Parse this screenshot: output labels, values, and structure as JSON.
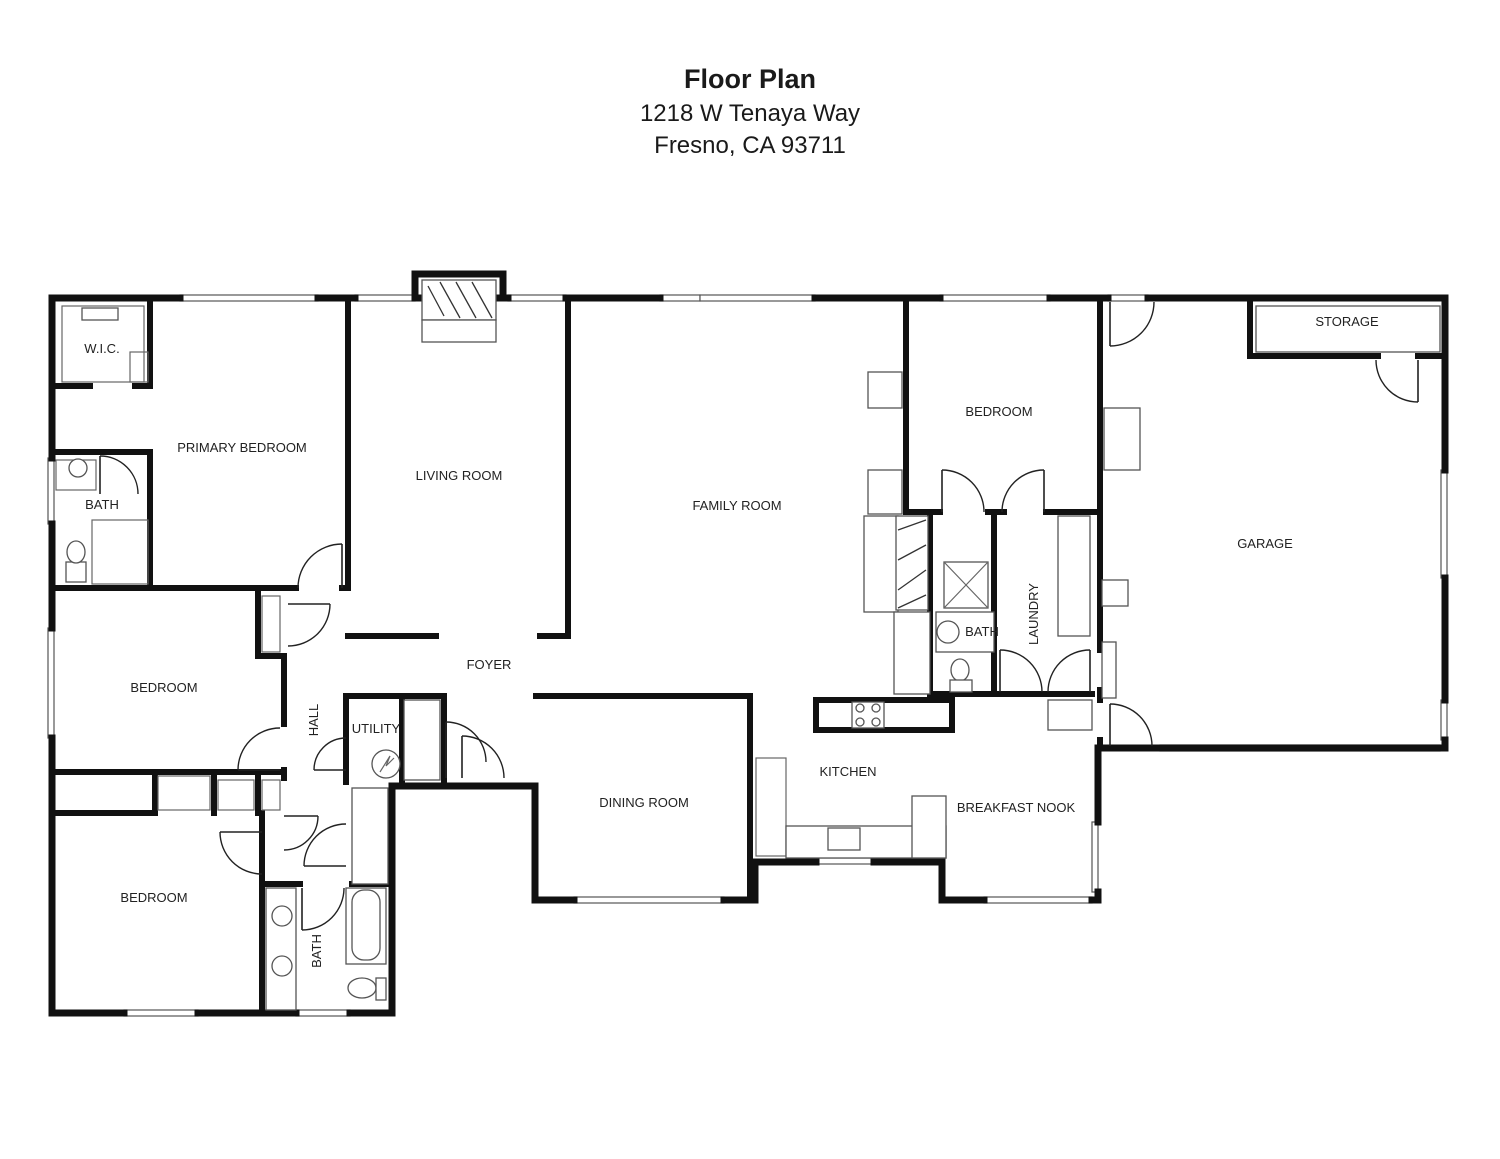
{
  "header": {
    "title": "Floor Plan",
    "address_line1": "1218 W Tenaya Way",
    "address_line2": "Fresno, CA 93711"
  },
  "rooms": {
    "wic": "W.I.C.",
    "primary_bedroom": "PRIMARY BEDROOM",
    "primary_bath": "BATH",
    "living_room": "LIVING ROOM",
    "family_room": "FAMILY ROOM",
    "bedroom_ne": "BEDROOM",
    "storage": "STORAGE",
    "garage": "GARAGE",
    "bedroom_w": "BEDROOM",
    "foyer": "FOYER",
    "hall": "HALL",
    "utility": "UTILITY",
    "bath_center": "BATH",
    "laundry": "LAUNDRY",
    "kitchen": "KITCHEN",
    "dining_room": "DINING ROOM",
    "breakfast_nook": "BREAKFAST NOOK",
    "bedroom_sw": "BEDROOM",
    "bath_sw": "BATH"
  }
}
